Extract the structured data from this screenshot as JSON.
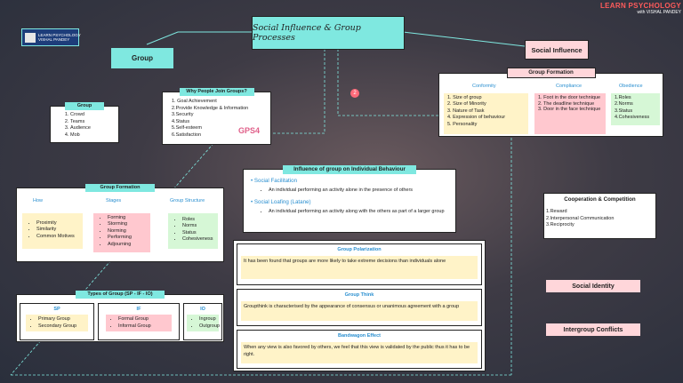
{
  "title": "Social Influence & Group Processes",
  "brand": {
    "name": "LEARN PSYCHOLOGY",
    "sub": "with VISHAL PANDEY",
    "logo_text": "LEARN PSYCHOLOGY\nVISHAL PANDEY"
  },
  "group_label": "Group",
  "social_influence_label": "Social Influence",
  "group_def": {
    "title": "Group",
    "items": [
      "Crowd",
      "Teams",
      "Audience",
      "Mob"
    ]
  },
  "why_join": {
    "title": "Why People Join Groups?",
    "items": [
      "1. Goal Achievement",
      "2.Provide Knowledge & Information",
      "3.Security",
      "4.Status",
      "5.Self-esteem",
      "6.Satisfaction"
    ],
    "acronym": "GPS4"
  },
  "group_formation_left": {
    "title": "Group Formation",
    "how": {
      "title": "How",
      "items": [
        "Proximity",
        "Similarity",
        "Common Motives"
      ]
    },
    "stages": {
      "title": "Stages",
      "items": [
        "Forming",
        "Storming",
        "Norming",
        "Performing",
        "Adjourning"
      ]
    },
    "structure": {
      "title": "Group Structure",
      "items": [
        "Roles",
        "Norms",
        "Status",
        "Cohesiveness"
      ]
    }
  },
  "types": {
    "title": "Types of Group (SP - IF - IO)",
    "sp": {
      "title": "SP",
      "items": [
        "Primary Group",
        "Secondary Group"
      ]
    },
    "if": {
      "title": "IF",
      "items": [
        "Formal Group",
        "Informal Group"
      ]
    },
    "io": {
      "title": "IO",
      "items": [
        "Ingroup",
        "Outgroup"
      ]
    }
  },
  "influence": {
    "title": "Influence of group on Individual Behaviour",
    "facilitation": {
      "title": "Social Facilitation",
      "desc": "An individual performing an activity alone in the presence of others"
    },
    "loafing": {
      "title": "Social Loafing (Latane)",
      "desc": "An individual performing an activity along with the others as part of a larger group"
    }
  },
  "polarization": {
    "title": "Group Polarization",
    "text": "It has been found that groups are more likely to take extreme decisions than individuals alone"
  },
  "groupthink": {
    "title": "Group Think",
    "text": "Groupthink is characterised by the appearance of consensus or unanimous agreement with a group"
  },
  "bandwagon": {
    "title": "Bandwagon Effect",
    "text": "When any view is also favored by others, we feel that this view is validated by the public thus it has to be right."
  },
  "right_formation": {
    "title": "Group Formation",
    "conformity": {
      "title": "Conformity",
      "items": [
        "1. Size of group",
        "2. Size of Minority",
        "3. Nature of Task",
        "4. Expression of behaviour",
        "5. Personality"
      ]
    },
    "compliance": {
      "title": "Compliance",
      "items": [
        "1. Foot in the door technique",
        "2. The deadline technique",
        "3. Door in the face technique"
      ]
    },
    "obedience": {
      "title": "Obedience",
      "items": [
        "1.Roles",
        "2.Norms",
        "3.Status",
        "4.Cohesiveness"
      ]
    }
  },
  "cooperation": {
    "title": "Cooperation & Competition",
    "items": [
      "1.Reward",
      "2.Interpersonal Communication",
      "3.Reciprocity"
    ]
  },
  "social_identity": "Social Identity",
  "intergroup": "Intergroup Conflicts",
  "marker": "2",
  "colors": {
    "mint": "#7fe8e0",
    "pink": "#ffd6da",
    "yellow": "#fff3c8",
    "green": "#d6f7d6",
    "red": "#ffc8cf",
    "accent_blue": "#2a8fd0"
  }
}
